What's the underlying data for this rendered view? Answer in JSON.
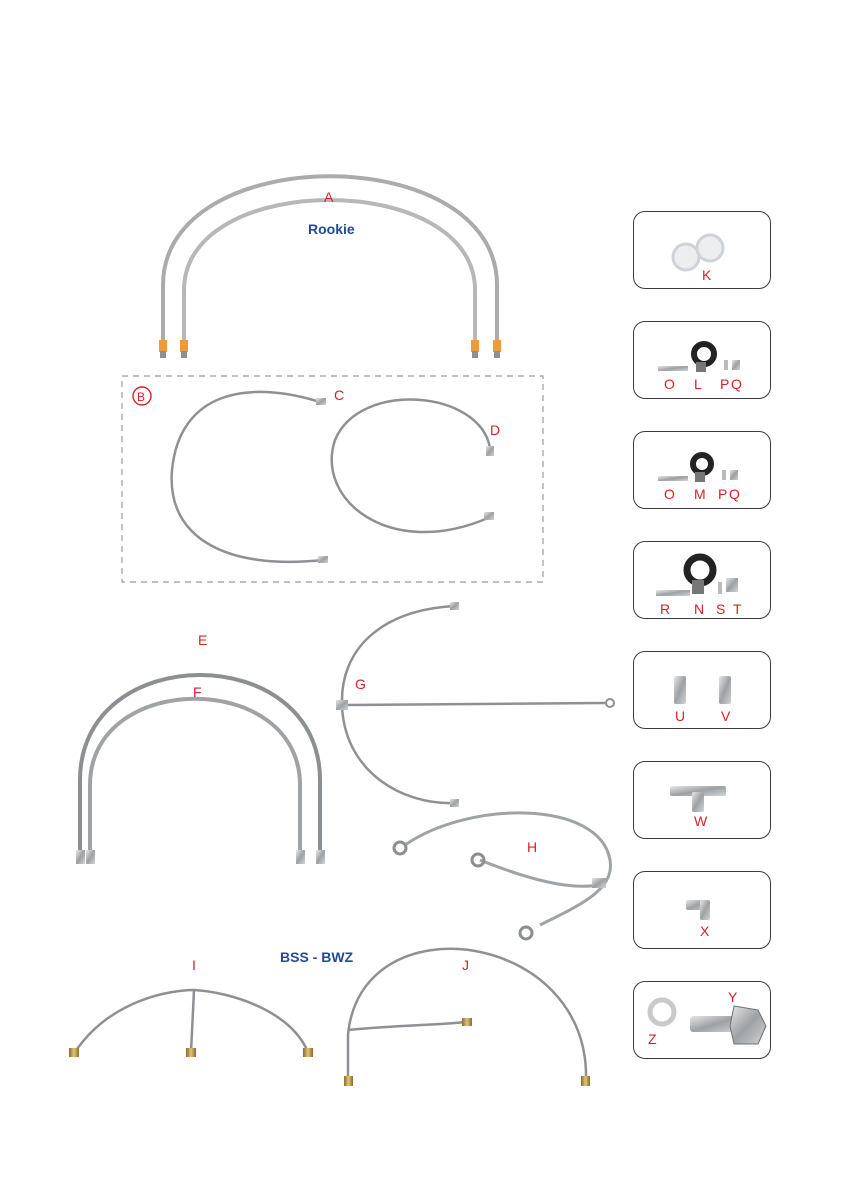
{
  "labels": {
    "A": "A",
    "B": "B",
    "C": "C",
    "D": "D",
    "E": "E",
    "F": "F",
    "G": "G",
    "H": "H",
    "I": "I",
    "J": "J",
    "K": "K",
    "L": "L",
    "M": "M",
    "N": "N",
    "O": "O",
    "O2": "O",
    "P": "P",
    "Q": "Q",
    "P2": "P",
    "Q2": "Q",
    "R": "R",
    "S": "S",
    "T": "T",
    "U": "U",
    "V": "V",
    "W": "W",
    "X": "X",
    "Y": "Y",
    "Z": "Z"
  },
  "titles": {
    "rookie": "Rookie",
    "bss": "BSS - BWZ"
  },
  "colors": {
    "label": "#d2232a",
    "title": "#264a94",
    "hose": "#a9abad",
    "hose_dark": "#7c7e80",
    "fitting_orange": "#f39a34"
  }
}
